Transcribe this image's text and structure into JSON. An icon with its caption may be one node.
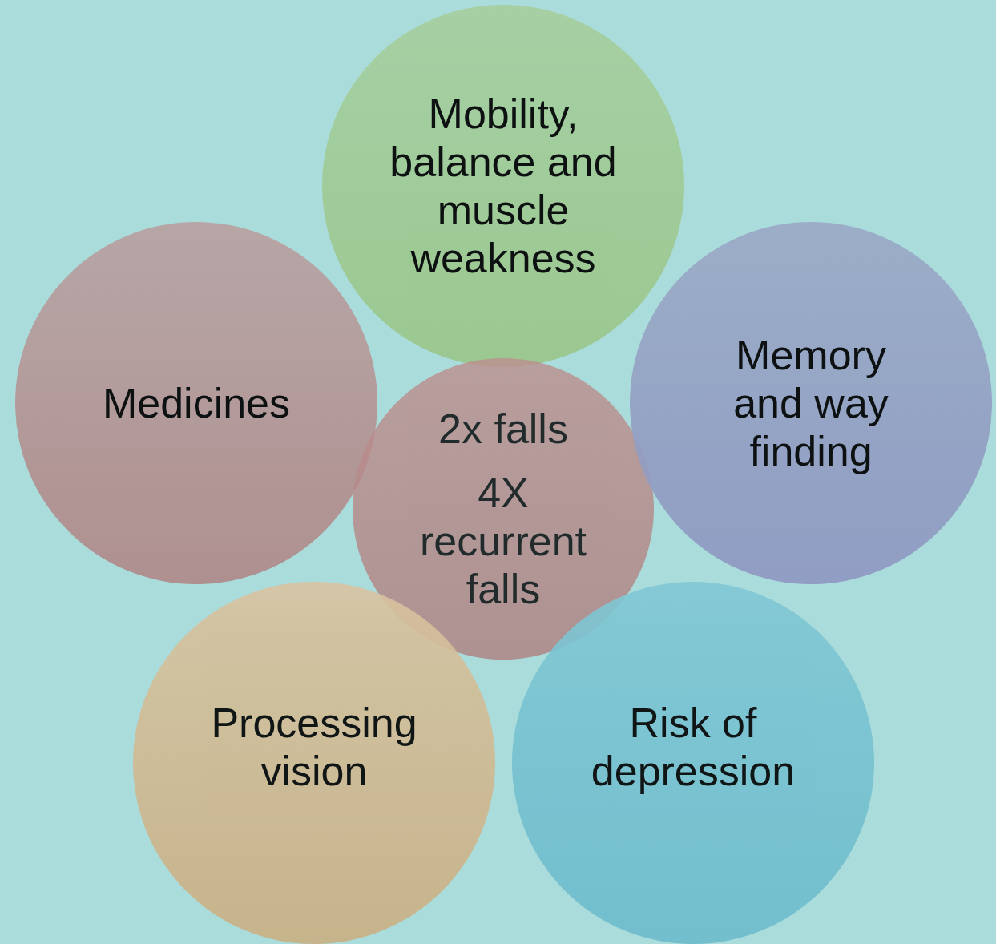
{
  "diagram": {
    "nodes": [
      {
        "text": [
          "Mobility, balance and muscle weakness"
        ]
      },
      {
        "text": [
          "Medicines"
        ]
      },
      {
        "text": [
          "2x falls",
          "4X recurrent falls"
        ]
      },
      {
        "text": [
          "Memory and way finding"
        ]
      },
      {
        "text": [
          "Processing vision"
        ]
      },
      {
        "text": [
          "Risk of depression"
        ]
      }
    ]
  }
}
